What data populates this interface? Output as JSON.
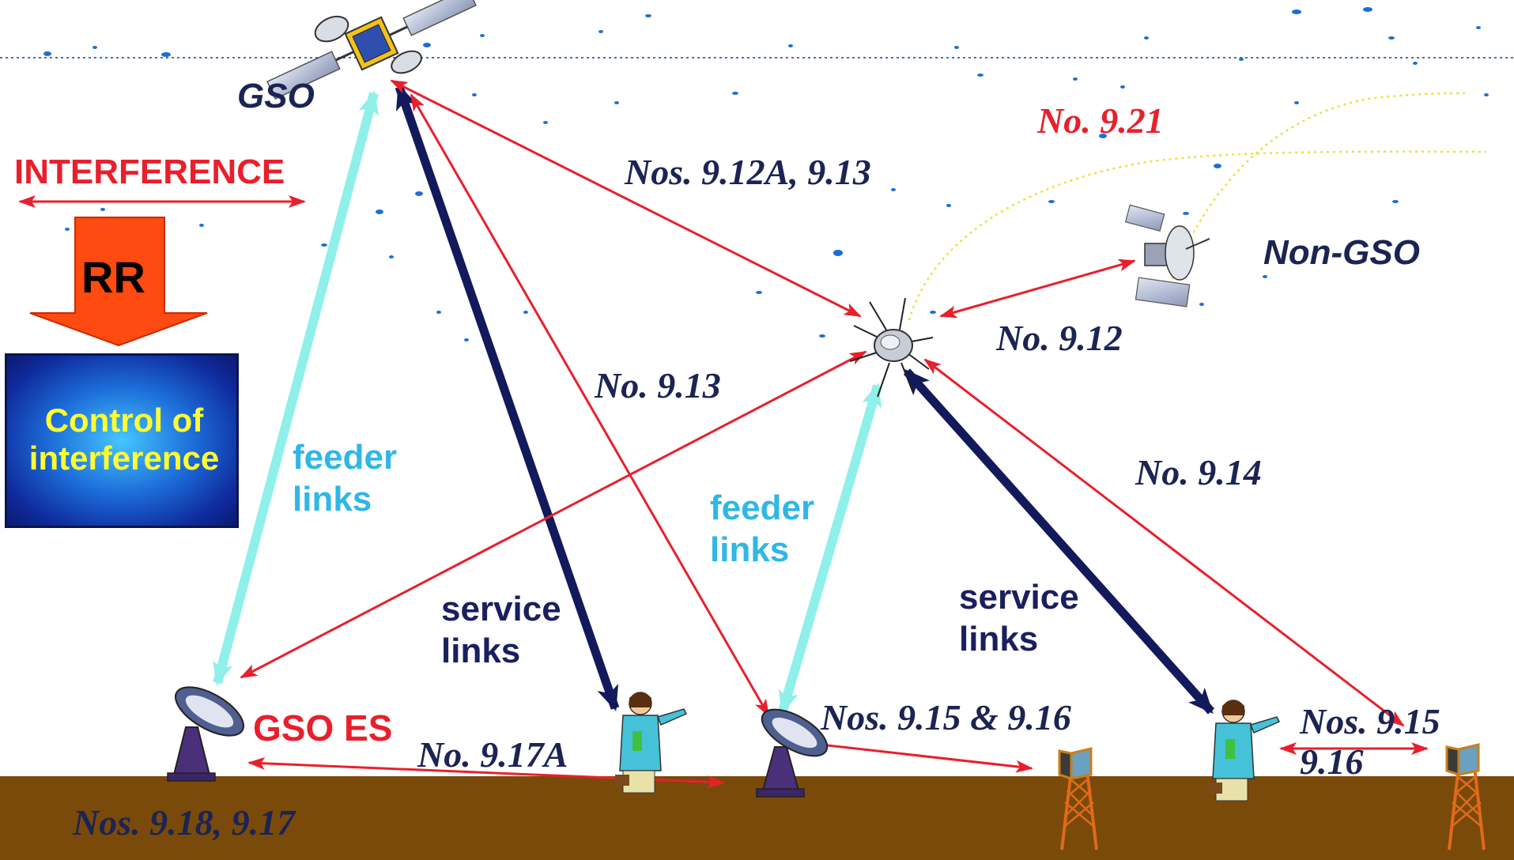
{
  "labels": {
    "gso": "GSO",
    "non_gso": "Non-GSO",
    "interference": "INTERFERENCE",
    "rr": "RR",
    "control_line1": "Control of",
    "control_line2": "interference",
    "feeder_left_line1": "feeder",
    "feeder_left_line2": "links",
    "feeder_mid_line1": "feeder",
    "feeder_mid_line2": "links",
    "service_left_line1": "service",
    "service_left_line2": "links",
    "service_right_line1": "service",
    "service_right_line2": "links",
    "gso_es": "GSO  ES",
    "no_921": "No. 9.21",
    "nos_912a_913": "Nos. 9.12A, 9.13",
    "no_912": "No. 9.12",
    "no_913": "No. 9.13",
    "no_914": "No. 9.14",
    "nos_915_916_mid": "Nos. 9.15 & 9.16",
    "nos_915_right_line1": "Nos. 9.15",
    "nos_915_right_line2": "9.16",
    "no_917a": "No. 9.17A",
    "nos_918_917": "Nos. 9.18, 9.17"
  },
  "colors": {
    "red_arrow": "#e8202c",
    "feeder_arrow": "#8ff0ea",
    "service_arrow": "#121a5c",
    "ground": "#7a4a0a",
    "rr_arrow": "#ff4a12",
    "label_dark": "#1c2453"
  },
  "icons": [
    "gso-satellite-icon",
    "non-gso-satellite-icon",
    "small-satellite-icon",
    "dish-antenna-icon",
    "person-icon",
    "tower-icon"
  ]
}
